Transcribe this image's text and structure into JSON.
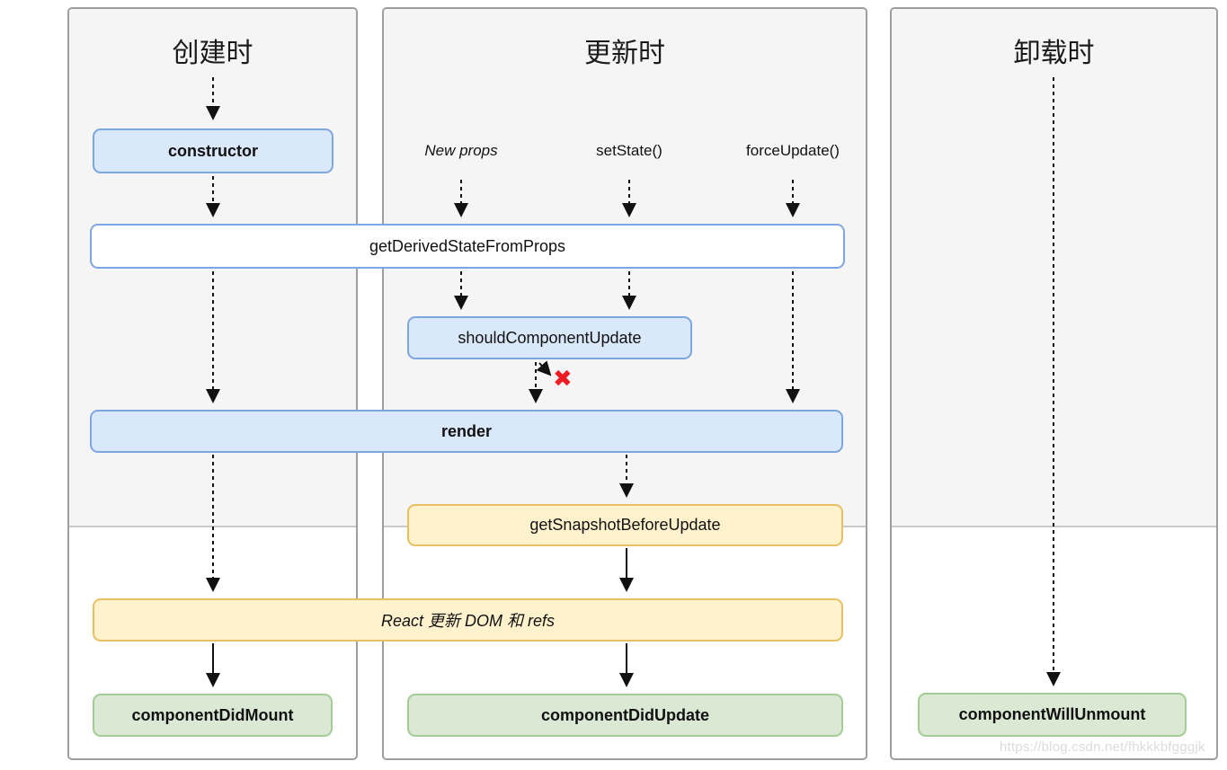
{
  "columns": [
    {
      "title": "创建时"
    },
    {
      "title": "更新时"
    },
    {
      "title": "卸载时"
    }
  ],
  "triggers": {
    "new_props": "New props",
    "set_state": "setState()",
    "force_update": "forceUpdate()"
  },
  "nodes": {
    "constructor": "constructor",
    "get_derived_state_from_props": "getDerivedStateFromProps",
    "should_component_update": "shouldComponentUpdate",
    "render": "render",
    "get_snapshot_before_update": "getSnapshotBeforeUpdate",
    "react_updates_dom": "React 更新 DOM 和 refs",
    "component_did_mount": "componentDidMount",
    "component_did_update": "componentDidUpdate",
    "component_will_unmount": "componentWillUnmount"
  },
  "stop_marker": "✖",
  "watermark": "https://blog.csdn.net/fhkkkbfgggjk",
  "colors": {
    "box_blue_fill": "#dae8fc",
    "box_blue_border": "#7ea6e0",
    "box_white_fill": "#ffffff",
    "box_yellow_fill": "#fff2cc",
    "box_yellow_border": "#e8c063",
    "box_green_fill": "#dbe9d4",
    "box_green_border": "#a3cd95",
    "panel_border": "#9e9e9e",
    "panel_top_fill": "#f5f5f5",
    "stop_x_red": "#ed1c24",
    "watermark_gray": "#dcdcdc"
  }
}
